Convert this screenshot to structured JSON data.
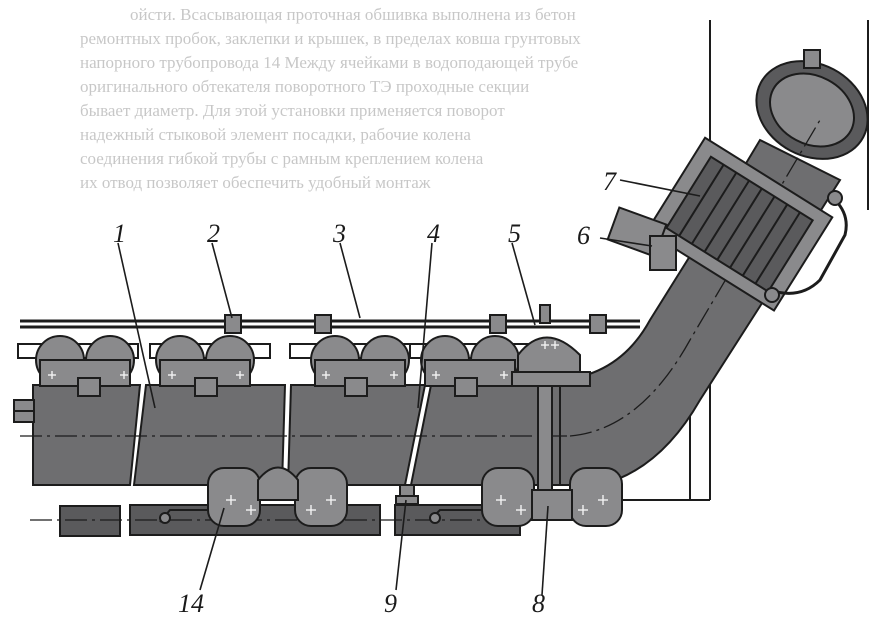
{
  "figure": {
    "background_text": [
      "ойсти. Всасывающая проточная обшивка выполнена из бетон",
      "ремонтных пробок, заклепки и крышек, в пределах ковша грунтовых",
      "напорного трубопровода 14 Между ячейками в водоподающей трубе",
      "оригинального обтекателя поворотного ТЭ проходные секции",
      "бывает диаметр. Для этой установки применяется поворот",
      "надежный стыковой элемент посадки, рабочие колена",
      "соединения гибкой трубы с рамным креплением колена",
      "их отвод позволяет обеспечить удобный монтаж"
    ],
    "callouts": {
      "c1": "1",
      "c2": "2",
      "c3": "3",
      "c4": "4",
      "c5": "5",
      "c6": "6",
      "c7": "7",
      "c8": "8",
      "c9": "9",
      "c14": "14"
    }
  }
}
